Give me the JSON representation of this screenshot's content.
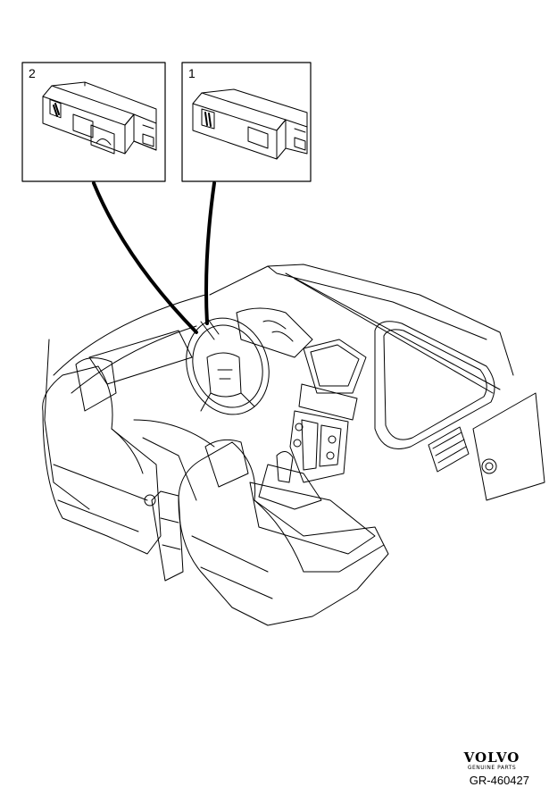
{
  "callouts": [
    {
      "number": "2",
      "part": "switch-panel-with-two-buttons"
    },
    {
      "number": "1",
      "part": "switch-panel-with-one-button"
    }
  ],
  "brand": {
    "logo": "VOLVO",
    "subtitle": "GENUINE PARTS"
  },
  "reference_code": "GR-460427"
}
